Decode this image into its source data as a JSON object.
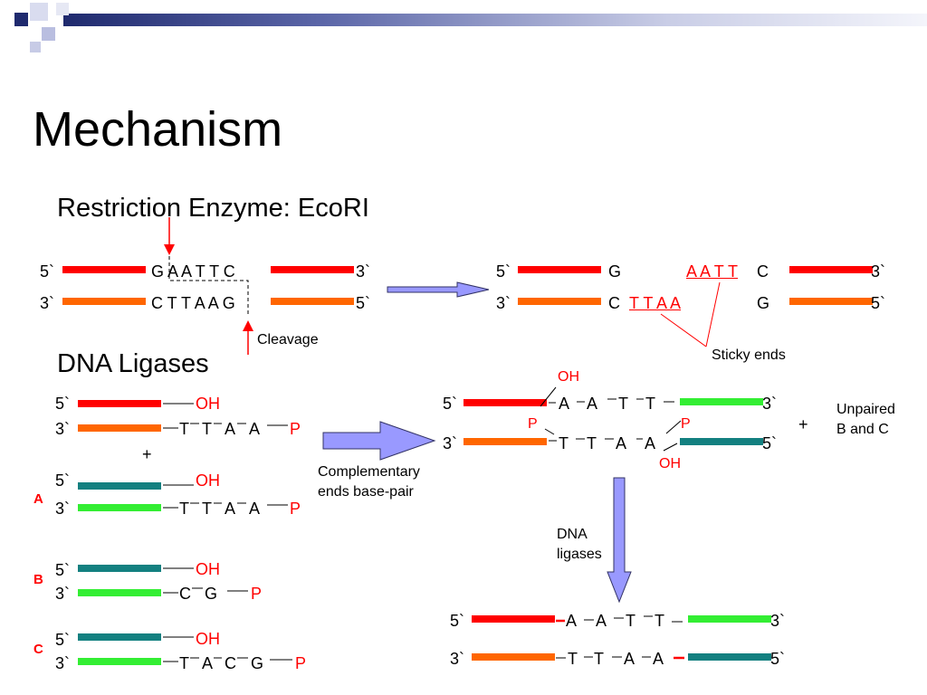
{
  "title": "Mechanism",
  "colors": {
    "red_strand": "#ff0000",
    "orange_strand": "#ff6600",
    "green_strand": "#33ee33",
    "teal_strand": "#138080",
    "arrow_fill": "#9999ff",
    "label_red": "#ff0000",
    "header_navy": "#1f2a6e"
  },
  "ecori": {
    "heading": "Restriction Enzyme: EcoRI",
    "left": {
      "top_5": "5`",
      "top_seq": "G A A T T C",
      "top_3": "3`",
      "bot_3": "3`",
      "bot_seq": "C T T A A G",
      "bot_5": "5`",
      "cleavage_label": "Cleavage"
    },
    "right": {
      "top_5": "5`",
      "top_g": "G",
      "top_sticky": "A A T T",
      "top_c": "C",
      "top_3": "3`",
      "bot_3": "3`",
      "bot_c": "C",
      "bot_sticky": "T T A A",
      "bot_g": "G",
      "bot_5": "5`",
      "sticky_label": "Sticky ends"
    }
  },
  "ligases": {
    "heading": "DNA Ligases",
    "plus": "+",
    "source": {
      "five": "5`",
      "three": "3`",
      "oh": "OH",
      "bases": [
        "T",
        "T",
        "A",
        "A"
      ],
      "p": "P"
    },
    "options": [
      {
        "label": "A",
        "five": "5`",
        "three": "3`",
        "oh": "OH",
        "bases": [
          "T",
          "T",
          "A",
          "A"
        ],
        "p": "P"
      },
      {
        "label": "B",
        "five": "5`",
        "three": "3`",
        "oh": "OH",
        "bases": [
          "C",
          "G"
        ],
        "p": "P"
      },
      {
        "label": "C",
        "five": "5`",
        "three": "3`",
        "oh": "OH",
        "bases": [
          "T",
          "A",
          "C",
          "G"
        ],
        "p": "P"
      }
    ],
    "complementary_label_1": "Complementary",
    "complementary_label_2": "ends base-pair",
    "paired": {
      "oh_top": "OH",
      "p_left": "P",
      "p_right": "P",
      "oh_bottom": "OH",
      "top_5": "5`",
      "top_bases": [
        "A",
        "A",
        "T",
        "T"
      ],
      "top_3": "3`",
      "bot_3": "3`",
      "bot_bases": [
        "T",
        "T",
        "A",
        "A"
      ],
      "bot_5": "5`",
      "plus": "+",
      "unpaired_1": "Unpaired",
      "unpaired_2": "B and C"
    },
    "dna_ligases_1": "DNA",
    "dna_ligases_2": "ligases",
    "ligated": {
      "top_5": "5`",
      "top_bases": [
        "A",
        "A",
        "T",
        "T"
      ],
      "top_3": "3`",
      "bot_3": "3`",
      "bot_bases": [
        "T",
        "T",
        "A",
        "A"
      ],
      "bot_5": "5`"
    }
  }
}
